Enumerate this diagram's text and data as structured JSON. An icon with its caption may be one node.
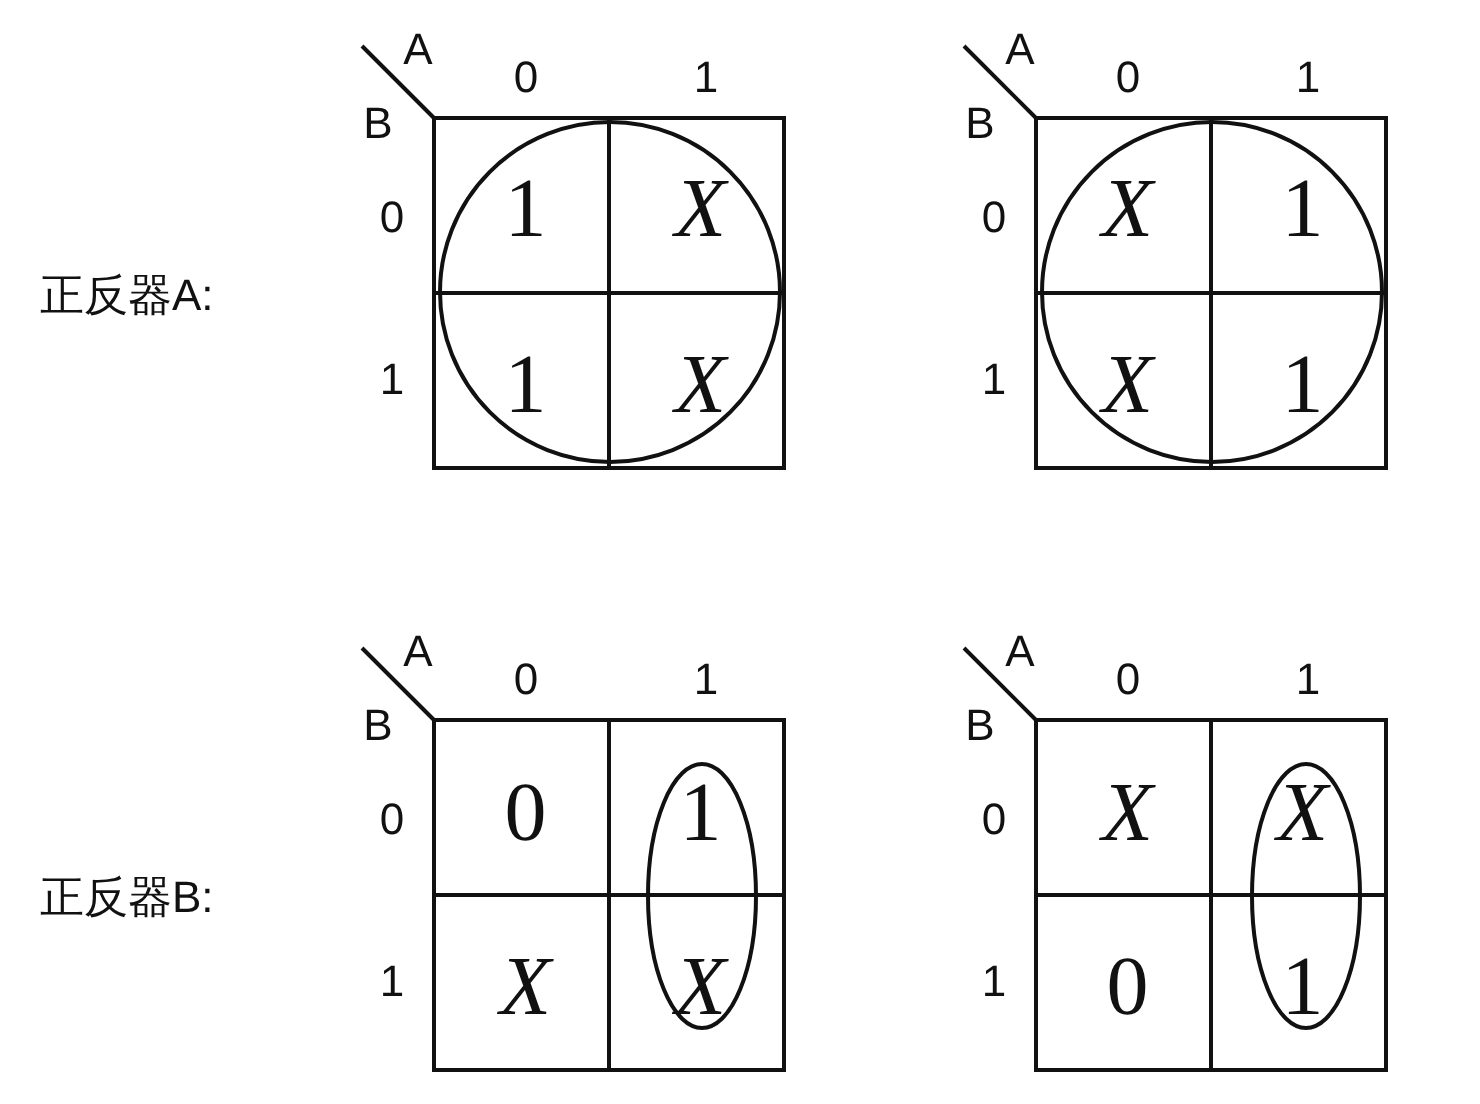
{
  "diagram": {
    "nodes": [
      {
        "text": [],
        "shape": "box",
        "beside": [
          "A",
          "B",
          "0",
          "1",
          "0",
          "1"
        ]
      },
      {
        "text": [],
        "shape": "circle",
        "in": 0
      },
      {
        "text": [
          "1"
        ],
        "in": 1
      },
      {
        "text": [
          "X"
        ],
        "in": 1
      },
      {
        "text": [
          "1"
        ],
        "in": 1
      },
      {
        "text": [
          "X"
        ],
        "in": 1
      },
      {
        "text": [],
        "shape": "box",
        "beside": [
          "A",
          "B",
          "0",
          "1",
          "0",
          "1"
        ]
      },
      {
        "text": [],
        "shape": "circle",
        "in": 6
      },
      {
        "text": [
          "X"
        ],
        "in": 7
      },
      {
        "text": [
          "1"
        ],
        "in": 7
      },
      {
        "text": [
          "X"
        ],
        "in": 7
      },
      {
        "text": [
          "1"
        ],
        "in": 7
      },
      {
        "text": [],
        "shape": "box",
        "beside": [
          "A",
          "B",
          "0",
          "1",
          "0",
          "1"
        ]
      },
      {
        "text": [
          "0"
        ],
        "in": 12
      },
      {
        "text": [],
        "shape": "ellipse",
        "in": 12
      },
      {
        "text": [
          "1"
        ],
        "in": 14
      },
      {
        "text": [
          "X"
        ],
        "in": 12
      },
      {
        "text": [
          "X"
        ],
        "in": 14
      },
      {
        "text": [],
        "shape": "box",
        "beside": [
          "A",
          "B",
          "0",
          "1",
          "0",
          "1"
        ]
      },
      {
        "text": [
          "X"
        ],
        "in": 18
      },
      {
        "text": [],
        "shape": "ellipse",
        "in": 18
      },
      {
        "text": [
          "X"
        ],
        "in": 20
      },
      {
        "text": [
          "0"
        ],
        "in": 18
      },
      {
        "text": [
          "1"
        ],
        "in": 20
      }
    ],
    "labels": [
      "正反器A:",
      "正反器B:"
    ]
  }
}
